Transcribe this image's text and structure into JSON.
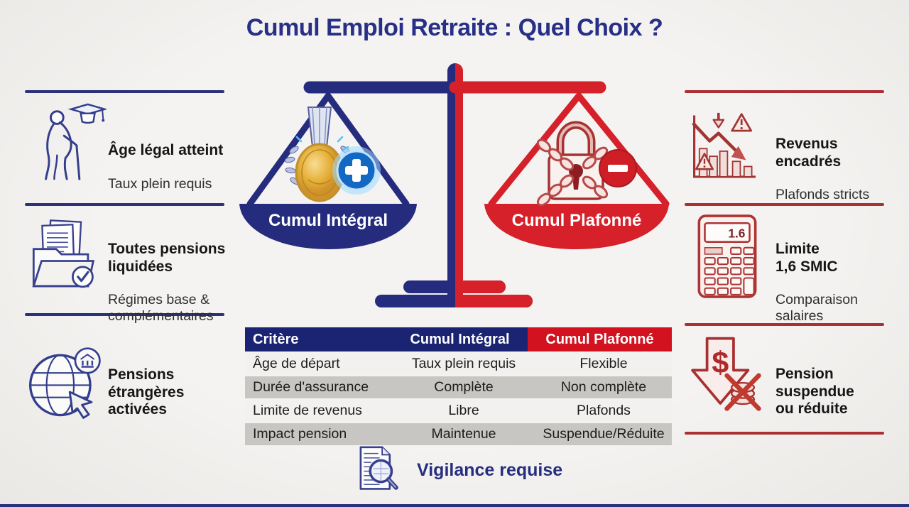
{
  "title": "Cumul Emploi Retraite : Quel Choix ?",
  "colors": {
    "navy": "#252c7e",
    "red": "#d6202a",
    "header_blue": "#1b2472",
    "header_red": "#d2121f",
    "background": "#f2f1ef",
    "row_gray": "#c7c6c3",
    "gold": "#e7b23c",
    "plus_badge_blue": "#1368c4"
  },
  "scale": {
    "left_pan": {
      "label": "Cumul Intégral",
      "icon": "medal-icon",
      "badge": "plus-badge-icon"
    },
    "right_pan": {
      "label": "Cumul Plafonné",
      "icon": "padlock-chains-icon",
      "badge": "minus-badge-icon"
    }
  },
  "left_items": [
    {
      "icon": "elderly-person-graduation-icon",
      "title": "Âge légal atteint",
      "subtitle": "Taux plein requis"
    },
    {
      "icon": "pension-folder-check-icon",
      "title": "Toutes pensions\nliquidées",
      "subtitle": "Régimes base &\ncomplémentaires"
    },
    {
      "icon": "globe-bank-cursor-icon",
      "title": "Pensions\nétrangères\nactivées",
      "subtitle": ""
    }
  ],
  "right_items": [
    {
      "icon": "declining-revenue-warning-icon",
      "title": "Revenus\nencadrés",
      "subtitle": "Plafonds stricts"
    },
    {
      "icon": "calculator-icon",
      "title": "Limite\n1,6 SMIC",
      "subtitle": "Comparaison\nsalaires"
    },
    {
      "icon": "pension-down-arrow-icon",
      "title": "Pension\nsuspendue\nou réduite",
      "subtitle": ""
    }
  ],
  "calculator": {
    "display": "1.6"
  },
  "table": {
    "headers": [
      "Critère",
      "Cumul Intégral",
      "Cumul Plafonné"
    ],
    "rows": [
      [
        "Âge de départ",
        "Taux plein requis",
        "Flexible"
      ],
      [
        "Durée d'assurance",
        "Complète",
        "Non complète"
      ],
      [
        "Limite de revenus",
        "Libre",
        "Plafonds"
      ],
      [
        "Impact pension",
        "Maintenue",
        "Suspendue/Réduite"
      ]
    ]
  },
  "footer": {
    "label": "Vigilance requise",
    "icon": "document-magnifier-icon"
  }
}
